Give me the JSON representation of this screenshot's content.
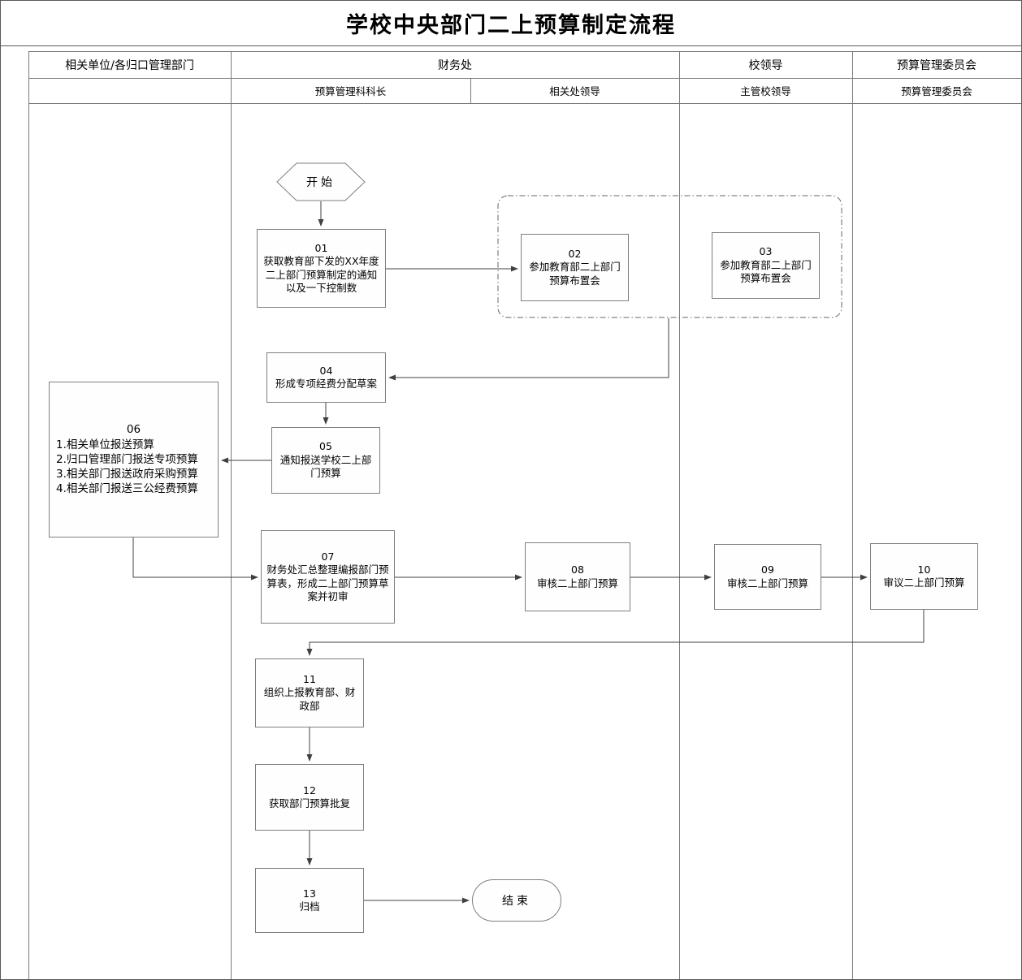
{
  "title": "学校中央部门二上预算制定流程",
  "lanes": {
    "departments": [
      "相关单位/各归口管理部门",
      "财务处",
      "校领导",
      "预算管理委员会"
    ],
    "roles": [
      "预算管理科科长",
      "相关处领导",
      "主管校领导",
      "预算管理委员会"
    ]
  },
  "nodes": {
    "start": {
      "label": "开始"
    },
    "n01": {
      "num": "01",
      "label": "获取教育部下发的XX年度二上部门预算制定的通知以及一下控制数"
    },
    "n02": {
      "num": "02",
      "label": "参加教育部二上部门预算布置会"
    },
    "n03": {
      "num": "03",
      "label": "参加教育部二上部门预算布置会"
    },
    "n04": {
      "num": "04",
      "label": "形成专项经费分配草案"
    },
    "n05": {
      "num": "05",
      "label": "通知报送学校二上部门预算"
    },
    "n06": {
      "num": "06",
      "lines": [
        "1.相关单位报送预算",
        "2.归口管理部门报送专项预算",
        "3.相关部门报送政府采购预算",
        "4.相关部门报送三公经费预算"
      ]
    },
    "n07": {
      "num": "07",
      "label": "财务处汇总整理编报部门预算表，形成二上部门预算草案并初审"
    },
    "n08": {
      "num": "08",
      "label": "审核二上部门预算"
    },
    "n09": {
      "num": "09",
      "label": "审核二上部门预算"
    },
    "n10": {
      "num": "10",
      "label": "审议二上部门预算"
    },
    "n11": {
      "num": "11",
      "label": "组织上报教育部、财政部"
    },
    "n12": {
      "num": "12",
      "label": "获取部门预算批复"
    },
    "n13": {
      "num": "13",
      "label": "归档"
    },
    "end": {
      "label": "结束"
    }
  },
  "edges": [
    {
      "from": "start",
      "to": "01"
    },
    {
      "from": "01",
      "to": "02"
    },
    {
      "from": "02/03-meeting",
      "to": "04"
    },
    {
      "from": "04",
      "to": "05"
    },
    {
      "from": "05",
      "to": "06"
    },
    {
      "from": "06",
      "to": "07"
    },
    {
      "from": "07",
      "to": "08"
    },
    {
      "from": "08",
      "to": "09"
    },
    {
      "from": "09",
      "to": "10"
    },
    {
      "from": "10",
      "to": "11"
    },
    {
      "from": "11",
      "to": "12"
    },
    {
      "from": "12",
      "to": "13"
    },
    {
      "from": "13",
      "to": "end"
    }
  ],
  "colors": {
    "grid": "#7a7a7a",
    "node_border": "#7f7f7f",
    "arrow": "#404040"
  }
}
